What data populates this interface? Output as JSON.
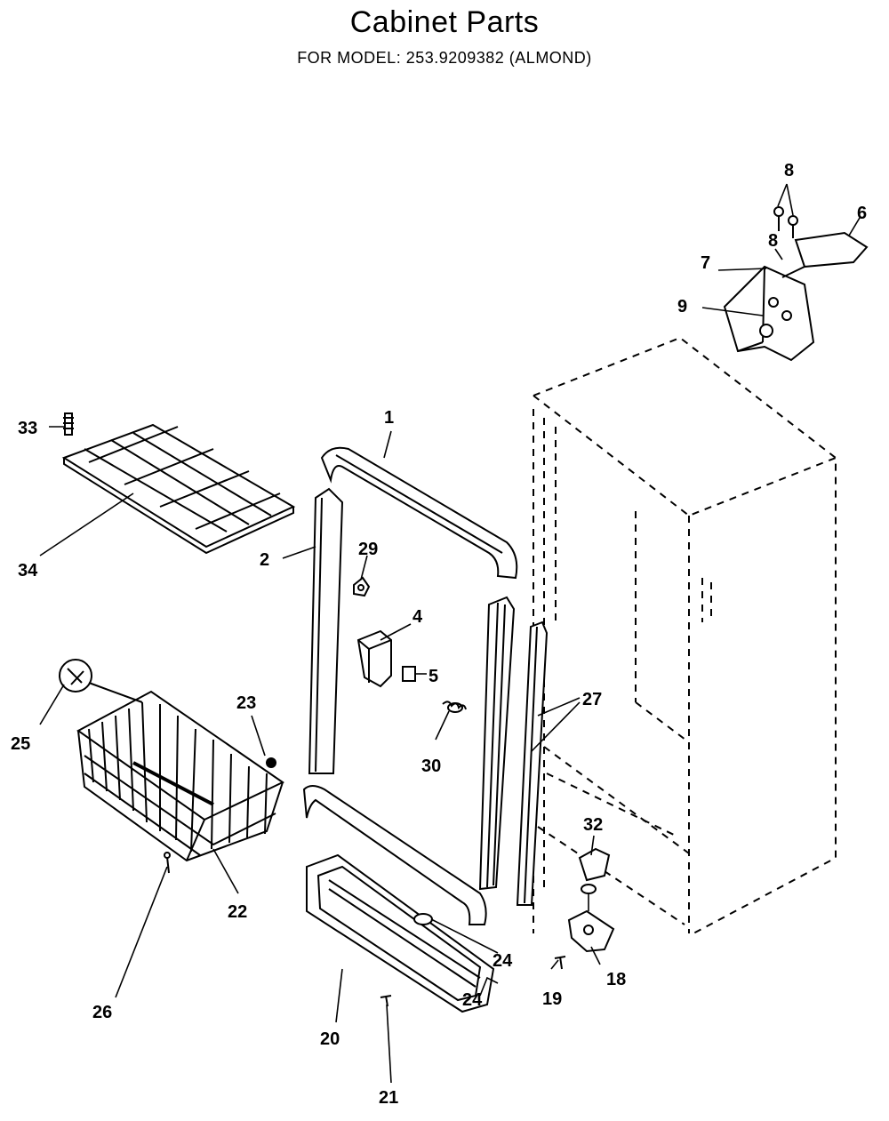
{
  "header": {
    "title": "Cabinet Parts",
    "subtitle": "FOR MODEL:   253.9209382 (ALMOND)"
  },
  "labels": {
    "p1": "1",
    "p2": "2",
    "p4": "4",
    "p5": "5",
    "p6": "6",
    "p7": "7",
    "p8a": "8",
    "p8b": "8",
    "p9": "9",
    "p18": "18",
    "p19": "19",
    "p20": "20",
    "p21": "21",
    "p22": "22",
    "p23": "23",
    "p24a": "24",
    "p24b": "24",
    "p25": "25",
    "p26": "26",
    "p27": "27",
    "p29": "29",
    "p30": "30",
    "p32": "32",
    "p33": "33",
    "p34": "34"
  }
}
